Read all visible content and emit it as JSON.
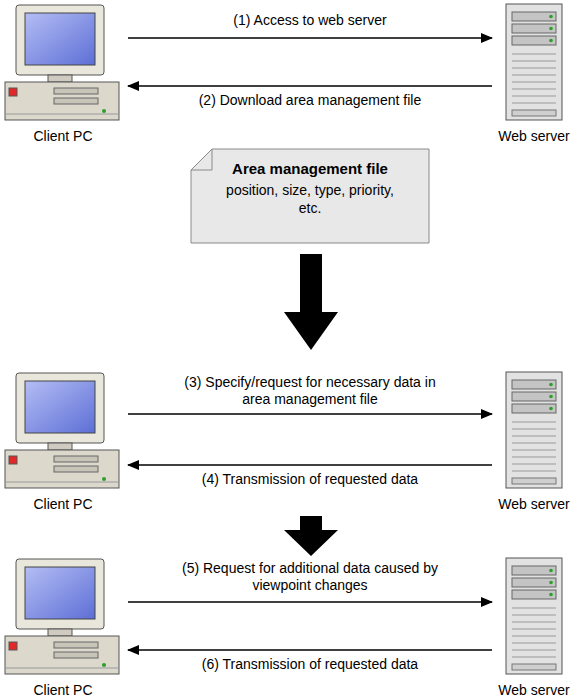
{
  "diagram": {
    "nodes": [
      {
        "text": [
          "Client PC"
        ]
      },
      {
        "text": [
          "Web server"
        ]
      },
      {
        "text": [
          "Area management file",
          "position, size, type, priority, etc."
        ]
      },
      {
        "text": [
          "Client PC"
        ]
      },
      {
        "text": [
          "Web server"
        ]
      },
      {
        "text": [
          "Client PC"
        ]
      },
      {
        "text": [
          "Web server"
        ]
      }
    ],
    "edges": [
      {
        "from": 0,
        "to": 1,
        "arrow": "to",
        "label": "(1) Access to web server"
      },
      {
        "from": 1,
        "to": 0,
        "arrow": "to",
        "label": "(2) Download area management file"
      },
      {
        "from": 3,
        "to": 4,
        "arrow": "to",
        "label": "(3) Specify/request for necessary data in area management file"
      },
      {
        "from": 4,
        "to": 3,
        "arrow": "to",
        "label": "(4) Transmission of requested data"
      },
      {
        "from": 5,
        "to": 6,
        "arrow": "to",
        "label": "(5) Request for additional data caused by viewpoint changes"
      },
      {
        "from": 6,
        "to": 5,
        "arrow": "to",
        "label": "(6) Transmission of requested data"
      }
    ]
  }
}
